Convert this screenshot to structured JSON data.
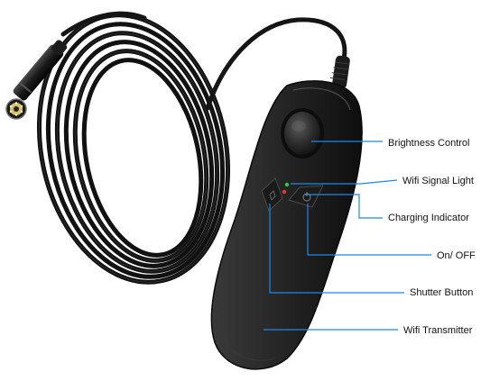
{
  "labels": {
    "brightness_control": "Brightness Control",
    "wifi_signal_light": "Wifi Signal Light",
    "charging_indicator": "Charging Indicator",
    "on_off": "On/ OFF",
    "shutter_button": "Shutter Button",
    "wifi_transmitter": "Wifi Transmitter"
  },
  "colors": {
    "callout_line": "#1e88e5",
    "device_body": "#2a2a2a",
    "cable": "#151515",
    "wifi_led": "#2ecc40",
    "charging_led": "#e53935"
  },
  "icons": {
    "shutter": "shutter-icon",
    "power": "power-icon"
  }
}
